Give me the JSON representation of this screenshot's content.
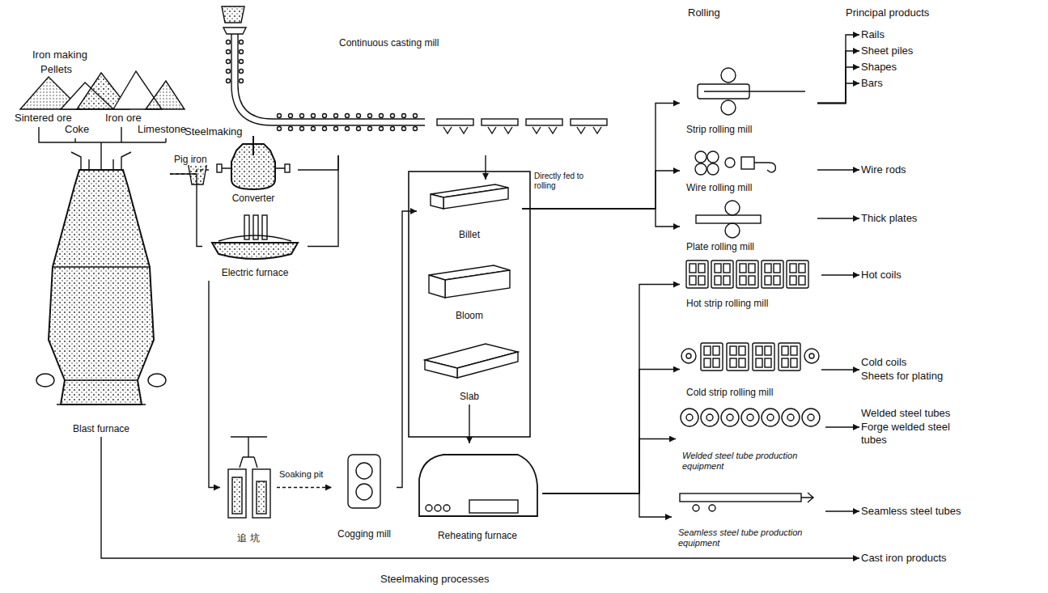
{
  "diagram": {
    "caption": "Steelmaking processes",
    "nodes": [
      {
        "text": [
          "Blast furnace"
        ]
      },
      {
        "text": [
          "Converter"
        ]
      },
      {
        "text": [
          "Electric furnace"
        ]
      },
      {
        "text": [
          "Continuous casting mill"
        ]
      },
      {
        "text": [
          "Billet"
        ]
      },
      {
        "text": [
          "Bloom"
        ]
      },
      {
        "text": [
          "Slab"
        ]
      },
      {
        "text": [
          "追 坑"
        ]
      },
      {
        "text": [
          "Cogging mill"
        ]
      },
      {
        "text": [
          "Reheating furnace"
        ]
      },
      {
        "text": [
          "Strip rolling mill"
        ]
      },
      {
        "text": [
          "Wire rolling mill"
        ]
      },
      {
        "text": [
          "Plate rolling mill"
        ]
      },
      {
        "text": [
          "Hot strip rolling mill"
        ]
      },
      {
        "text": [
          "Cold strip rolling mill"
        ]
      },
      {
        "text": [
          "Welded steel tube production equipment"
        ]
      },
      {
        "text": [
          "Seamless steel tube production equipment"
        ]
      },
      {
        "text": [
          "Rails"
        ]
      },
      {
        "text": [
          "Sheet piles"
        ]
      },
      {
        "text": [
          "Shapes"
        ]
      },
      {
        "text": [
          "Bars"
        ]
      },
      {
        "text": [
          "Wire rods"
        ]
      },
      {
        "text": [
          "Thick plates"
        ]
      },
      {
        "text": [
          "Hot coils"
        ]
      },
      {
        "text": [
          "Cold coils",
          "Sheets for plating"
        ]
      },
      {
        "text": [
          "Welded steel tubes",
          "Forge welded steel tubes"
        ]
      },
      {
        "text": [
          "Seamless steel tubes"
        ]
      },
      {
        "text": [
          "Cast iron products"
        ]
      }
    ],
    "edges": [
      {
        "from": 0,
        "to": 1,
        "arrow": "none",
        "label": "Pig iron"
      },
      {
        "from": 0,
        "to": 2,
        "arrow": "none"
      },
      {
        "from": 1,
        "to": 3,
        "arrow": "none"
      },
      {
        "from": 2,
        "to": 3,
        "arrow": "none"
      },
      {
        "from": 2,
        "to": 7,
        "arrow": "to"
      },
      {
        "from": 7,
        "to": 8,
        "arrow": "to",
        "label": "Soaking pit"
      },
      {
        "from": 8,
        "to": 4,
        "arrow": "to"
      },
      {
        "from": 3,
        "to": 4,
        "arrow": "to"
      },
      {
        "from": 6,
        "to": 9,
        "arrow": "to"
      },
      {
        "from": 4,
        "to": 10,
        "arrow": "to"
      },
      {
        "from": 4,
        "to": 11,
        "arrow": "to"
      },
      {
        "from": 4,
        "to": 12,
        "arrow": "to"
      },
      {
        "from": 9,
        "to": 13,
        "arrow": "to"
      },
      {
        "from": 9,
        "to": 14,
        "arrow": "to"
      },
      {
        "from": 9,
        "to": 15,
        "arrow": "to"
      },
      {
        "from": 9,
        "to": 16,
        "arrow": "to"
      },
      {
        "from": 10,
        "to": 17,
        "arrow": "to"
      },
      {
        "from": 10,
        "to": 18,
        "arrow": "to"
      },
      {
        "from": 10,
        "to": 19,
        "arrow": "to"
      },
      {
        "from": 10,
        "to": 20,
        "arrow": "to"
      },
      {
        "from": 11,
        "to": 21,
        "arrow": "to"
      },
      {
        "from": 12,
        "to": 22,
        "arrow": "to"
      },
      {
        "from": 13,
        "to": 23,
        "arrow": "to"
      },
      {
        "from": 14,
        "to": 24,
        "arrow": "to"
      },
      {
        "from": 15,
        "to": 25,
        "arrow": "to"
      },
      {
        "from": 16,
        "to": 26,
        "arrow": "to"
      },
      {
        "from": 0,
        "to": 27,
        "arrow": "to"
      }
    ],
    "labels": [
      "Iron making",
      "Pellets",
      "Sintered ore",
      "Iron ore",
      "Coke",
      "Limestone",
      "Steelmaking",
      "Rolling",
      "Principal products",
      "Directly fed to rolling"
    ]
  }
}
